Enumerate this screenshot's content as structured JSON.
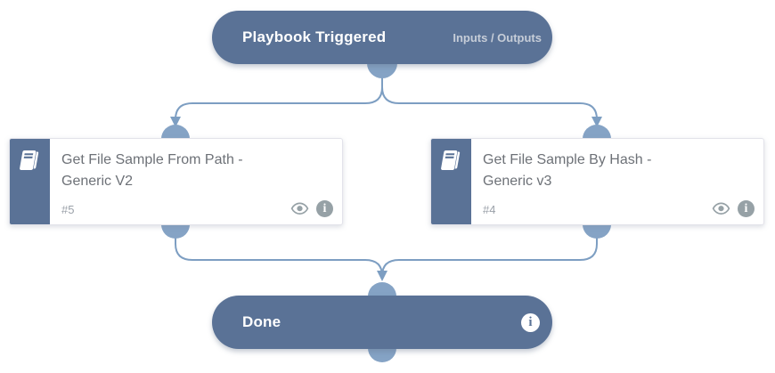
{
  "colors": {
    "node_fill": "#5a7296",
    "connector_dot": "#85a3c5",
    "line_stroke": "#7d9ec2",
    "card_bg": "#ffffff",
    "card_border": "#e3e3ea",
    "title_text": "#6d7177",
    "muted_text": "#9ba1a9",
    "icon_gray": "#96a1a6"
  },
  "icons": {
    "task_type_icon": "playbook-book",
    "eye_icon": "eye",
    "info_icon": "info-circle",
    "info_glyph": "i"
  },
  "trigger_node": {
    "label": "Playbook Triggered",
    "link_label": "Inputs / Outputs"
  },
  "tasks": [
    {
      "title": "Get File Sample From Path - Generic V2",
      "number": "#5"
    },
    {
      "title": "Get File Sample By Hash - Generic v3",
      "number": "#4"
    }
  ],
  "done_node": {
    "label": "Done"
  }
}
